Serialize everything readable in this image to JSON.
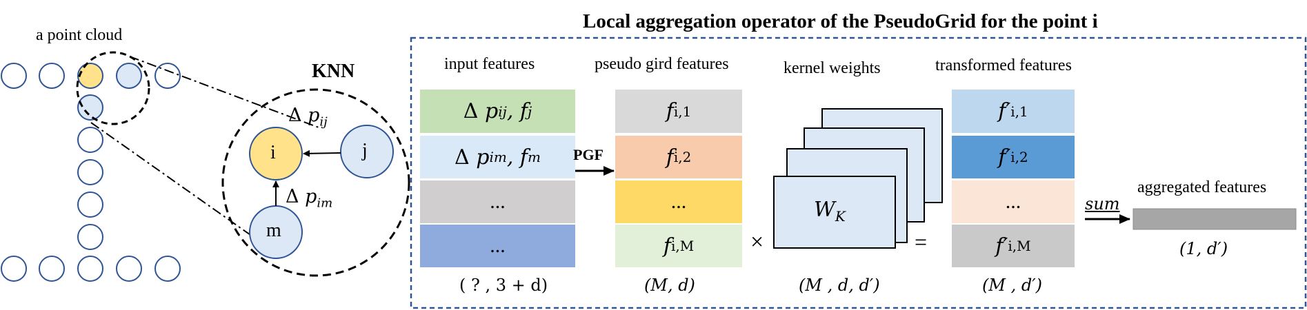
{
  "colors": {
    "dash_blue": "#2f5597",
    "node_yellow": "#ffe28a",
    "node_blue": "#dce8f5",
    "node_stroke": "#2f5597",
    "cell_green": "#c5e0b4",
    "cell_lightblue": "#dae9f7",
    "cell_gray": "#d0cece",
    "cell_blue": "#8faadc",
    "cell_orange": "#f8cbad",
    "cell_yellow": "#ffd966",
    "cell_palegreen": "#e2f0d9",
    "cell_t1": "#bdd7ee",
    "cell_t2": "#5b9bd5",
    "cell_t3": "#fbe5d6",
    "agg_bar": "#a6a6a6"
  },
  "point_cloud": {
    "label": "a point cloud"
  },
  "knn": {
    "label": "KNN",
    "node_i": "i",
    "node_j": "j",
    "node_m": "m",
    "edge_ij": "Δ p_ij",
    "edge_im": "Δ p_im"
  },
  "operator": {
    "title": "Local aggregation operator of the PseudoGrid for the point i",
    "input": {
      "header": "input features",
      "cells": [
        "Δ p_ij , f_j",
        "Δ p_im , f_m",
        "...",
        "..."
      ],
      "dims": "( ? , 3 + d)"
    },
    "pgf_label": "PGF",
    "pseudo": {
      "header": "pseudo gird features",
      "cells": [
        "f_i,1",
        "f_i,2",
        "...",
        "f_i,M"
      ],
      "dims": "(M, d)"
    },
    "times": "×",
    "kernel": {
      "header": "kernel weights",
      "label": "W_K",
      "dims": "(M , d, d′)"
    },
    "equals": "=",
    "transformed": {
      "header": "transformed  features",
      "cells": [
        "f′_i,1",
        "f′_i,2",
        "...",
        "f′_i,M"
      ],
      "dims": "(M , d′)"
    },
    "sum_label": "sum",
    "aggregated": {
      "header": "aggregated  features",
      "dims": "(1, d′)"
    }
  }
}
